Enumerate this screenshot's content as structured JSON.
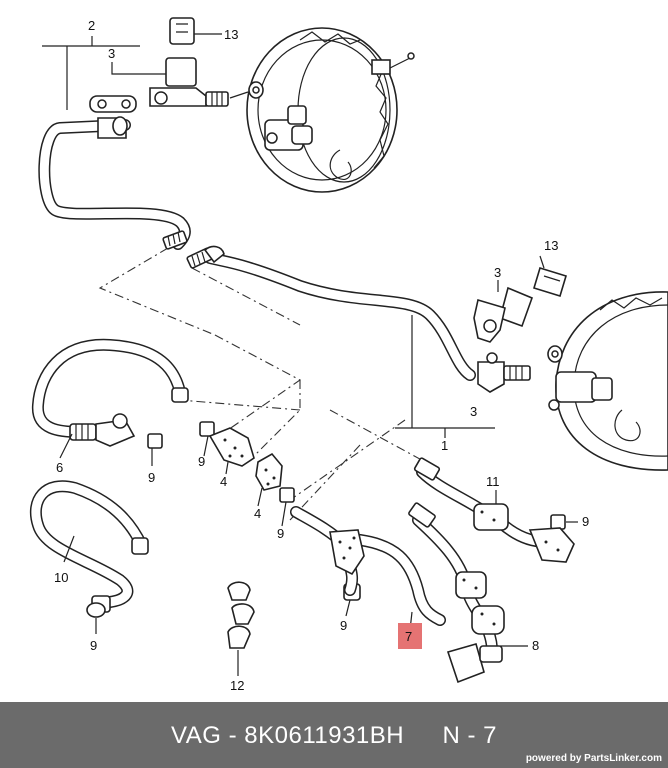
{
  "callouts": {
    "c1": "1",
    "c2": "2",
    "c3a": "3",
    "c3b": "3",
    "c3c": "3",
    "c4a": "4",
    "c4b": "4",
    "c6": "6",
    "c7": "7",
    "c8": "8",
    "c9a": "9",
    "c9b": "9",
    "c9c": "9",
    "c9d": "9",
    "c9e": "9",
    "c9f": "9",
    "c10": "10",
    "c11": "11",
    "c12": "12",
    "c13a": "13",
    "c13b": "13"
  },
  "highlighted_callout": "7",
  "colors": {
    "highlight": "#e57373",
    "footer_bg": "#6b6b6b"
  },
  "footer": {
    "brand": "VAG",
    "separator": "-",
    "part_number": "8K0611931BH",
    "position": "N - 7",
    "powered_by": "powered by PartsLinker.com"
  }
}
